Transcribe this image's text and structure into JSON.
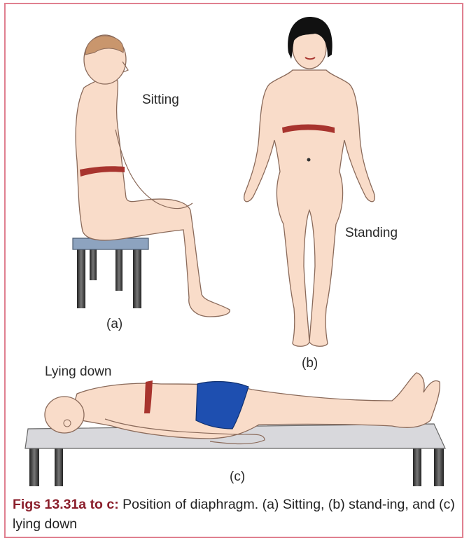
{
  "labels": {
    "sitting": "Sitting",
    "standing": "Standing",
    "lying_down": "Lying down",
    "a": "(a)",
    "b": "(b)",
    "c": "(c)"
  },
  "caption": {
    "heading": "Figs 13.31a to c:",
    "text": " Position of diaphragm. (a) Sitting, (b) stand-ing, and (c) lying down"
  },
  "colors": {
    "border": "#e08090",
    "caption_heading": "#8b1f2c",
    "skin": "#f9dcc9",
    "skin_outline": "#8a6a5a",
    "diaphragm_band": "#a8342e",
    "stool_top": "#8da3bf",
    "table_top": "#d8d8dc",
    "shorts": "#1e4fb0"
  }
}
